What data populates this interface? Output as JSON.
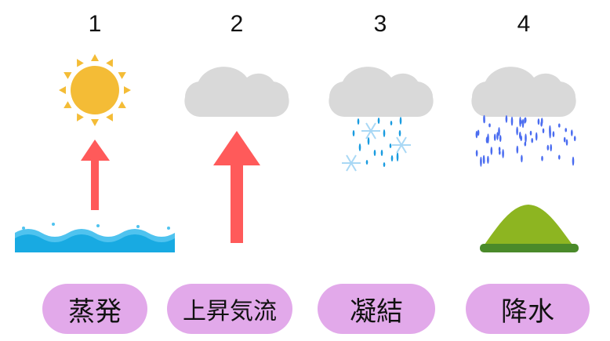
{
  "steps": [
    {
      "number": "1",
      "label": "蒸発",
      "icon": "sun-over-water"
    },
    {
      "number": "2",
      "label": "上昇気流",
      "icon": "cloud-updraft"
    },
    {
      "number": "3",
      "label": "凝結",
      "icon": "cloud-snow-rain"
    },
    {
      "number": "4",
      "label": "降水",
      "icon": "cloud-rain-mountain"
    }
  ],
  "colors": {
    "pill": "#e2a9ea",
    "arrow": "#ff5a5a",
    "cloud": "#d9d9d9",
    "sun": "#f4bc36",
    "water": "#18aae2",
    "rain": "#4a6cf0"
  }
}
